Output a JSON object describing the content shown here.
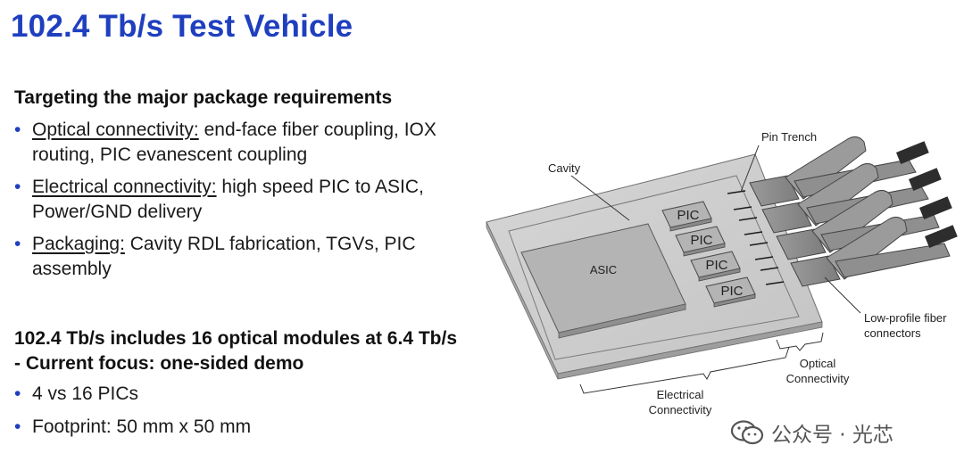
{
  "title": "102.4 Tb/s Test Vehicle",
  "section1": {
    "heading": "Targeting the major package requirements",
    "bullets": [
      {
        "label": "Optical connectivity:",
        "text": " end-face fiber coupling, IOX routing, PIC evanescent coupling"
      },
      {
        "label": "Electrical connectivity:",
        "text": " high speed PIC to ASIC, Power/GND delivery"
      },
      {
        "label": "Packaging:",
        "text": " Cavity RDL fabrication, TGVs, PIC assembly"
      }
    ]
  },
  "section2": {
    "heading": "102.4 Tb/s includes 16 optical modules at 6.4 Tb/s - Current focus: one-sided demo",
    "bullets": [
      {
        "text": "4 vs 16 PICs"
      },
      {
        "text": "Footprint: 50 mm x 50 mm"
      }
    ]
  },
  "bullet_glyph": "•",
  "diagram": {
    "labels": {
      "pin_trench": "Pin Trench",
      "cavity": "Cavity",
      "asic": "ASIC",
      "pic": "PIC",
      "fiber_line1": "Low-profile fiber",
      "fiber_line2": "connectors",
      "optical_line1": "Optical",
      "optical_line2": "Connectivity",
      "electrical_line1": "Electrical",
      "electrical_line2": "Connectivity"
    }
  },
  "watermark": {
    "text": "公众号 · 光芯",
    "icon": "wechat-icon"
  },
  "colors": {
    "title": "#1f3fbf",
    "bullet": "#1f3fbf",
    "substrate": "#c9c9c9",
    "chip": "#b3b3b3",
    "connector": "#8c8c8c"
  }
}
